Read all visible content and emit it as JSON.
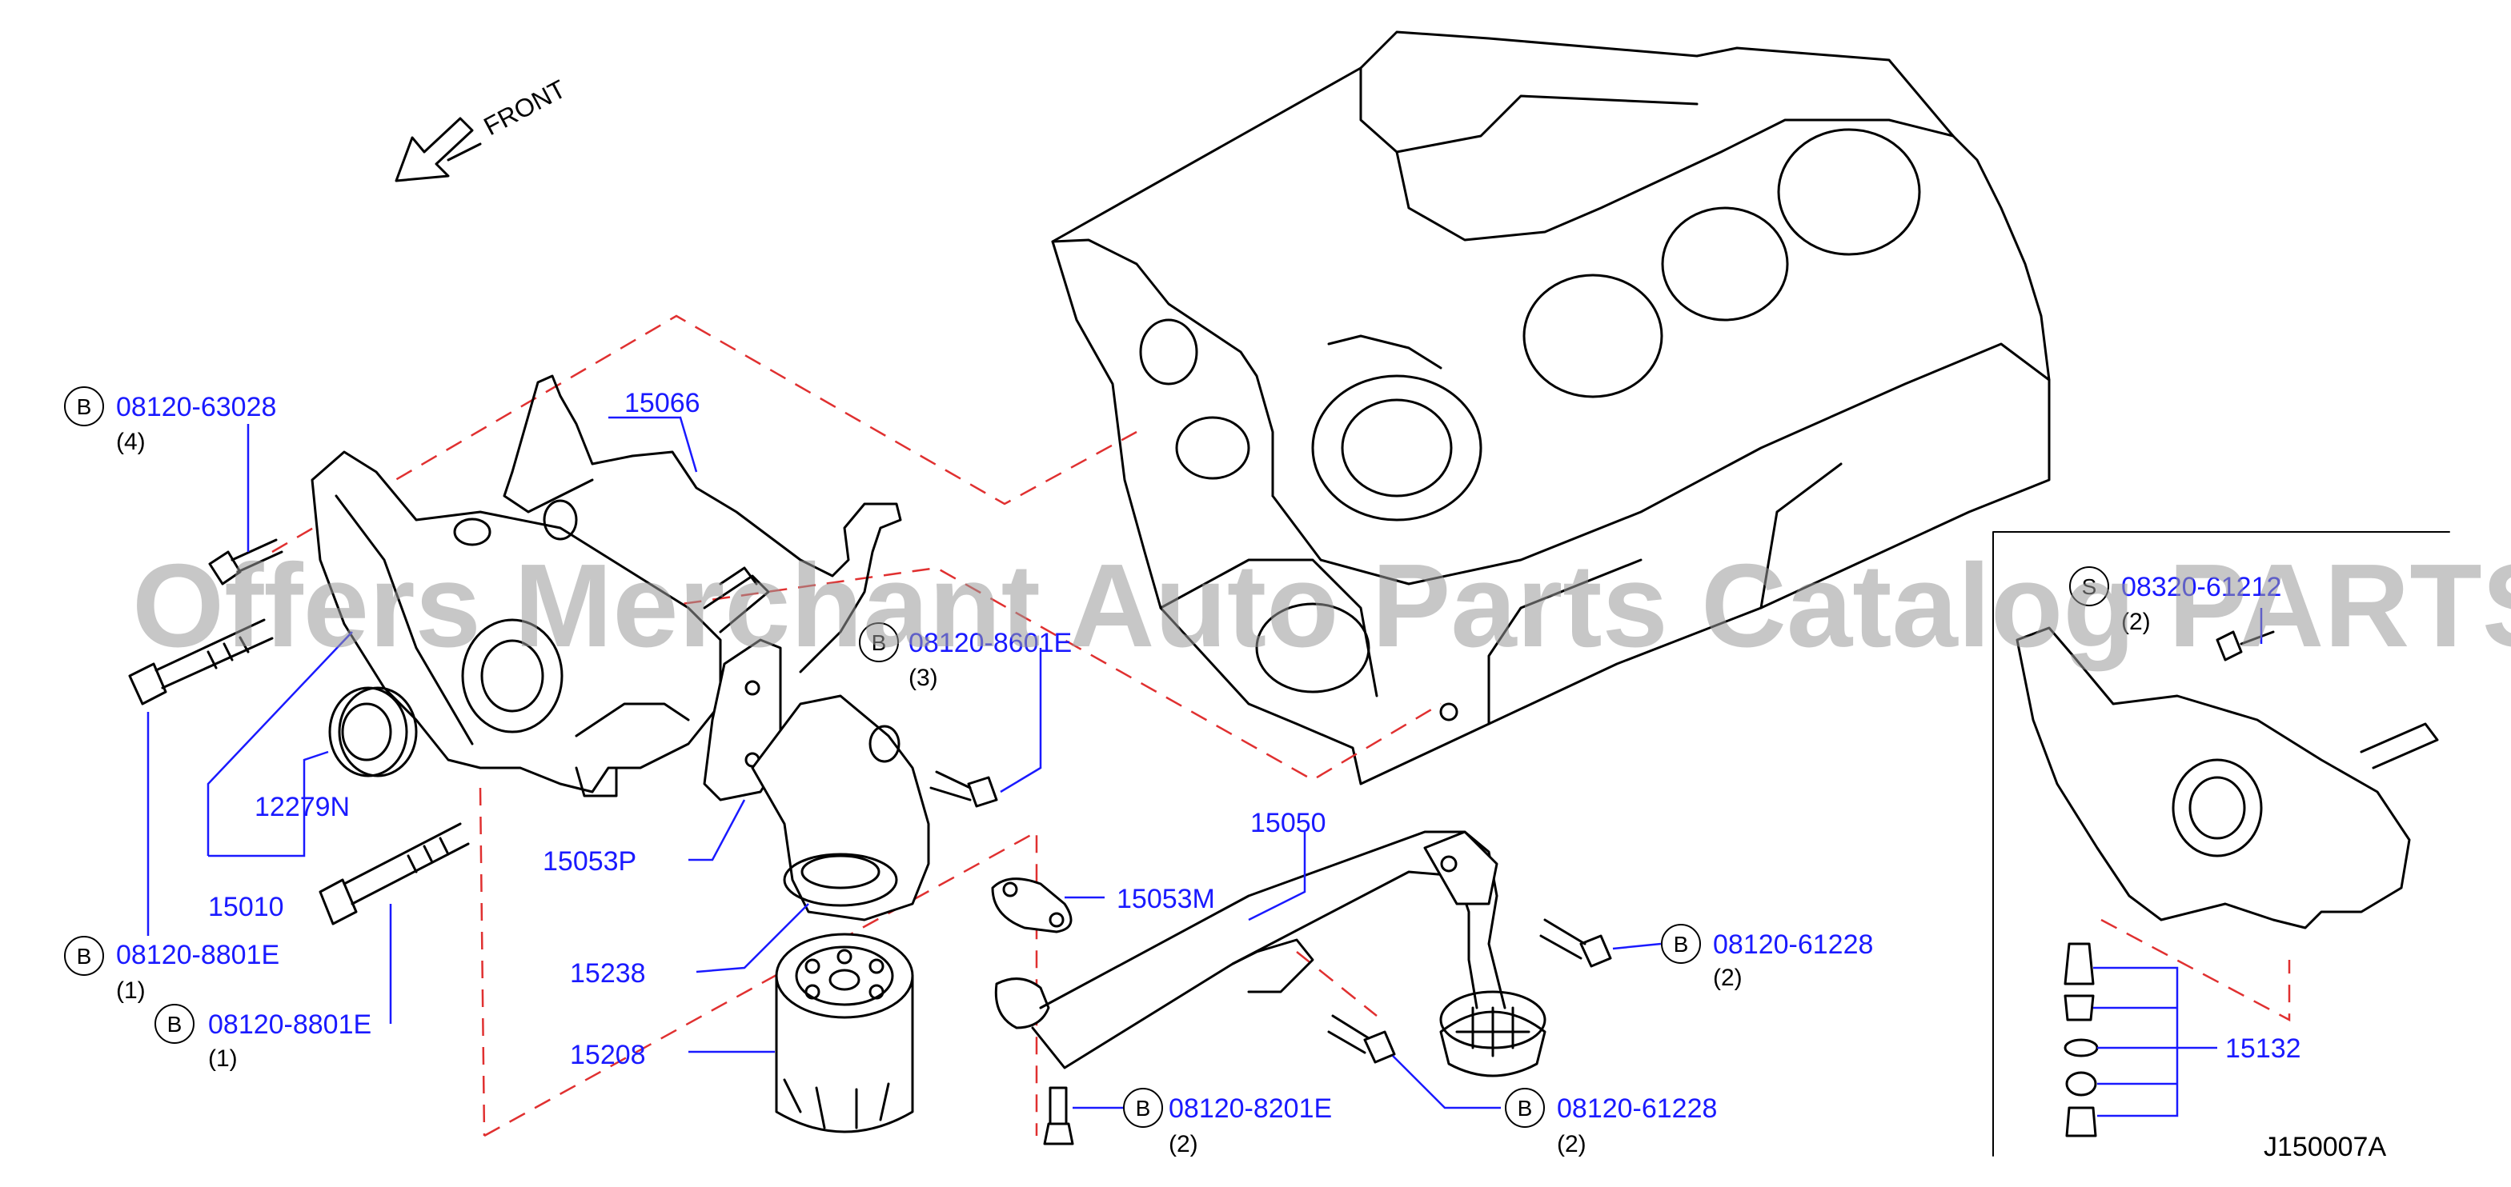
{
  "front_label": "FRONT",
  "watermark": "Offers Merchant Auto Parts Catalog PARTSTORE.SA",
  "diagram_code": "J150007A",
  "badge_letters": {
    "b": "B",
    "s": "S"
  },
  "callouts": {
    "b_08120_63028": {
      "part": "08120-63028",
      "qty": "(4)"
    },
    "p_15066": {
      "part": "15066"
    },
    "b_08120_8601e": {
      "part": "08120-8601E",
      "qty": "(3)"
    },
    "p_12279n": {
      "part": "12279N"
    },
    "p_15010": {
      "part": "15010"
    },
    "p_15053p": {
      "part": "15053P"
    },
    "b_08120_8801e_a": {
      "part": "08120-8801E",
      "qty": "(1)"
    },
    "b_08120_8801e_b": {
      "part": "08120-8801E",
      "qty": "(1)"
    },
    "p_15238": {
      "part": "15238"
    },
    "p_15208": {
      "part": "15208"
    },
    "p_15053m": {
      "part": "15053M"
    },
    "p_15050": {
      "part": "15050"
    },
    "b_08120_61228_a": {
      "part": "08120-61228",
      "qty": "(2)"
    },
    "b_08120_61228_b": {
      "part": "08120-61228",
      "qty": "(2)"
    },
    "b_08120_8201e": {
      "part": "08120-8201E",
      "qty": "(2)"
    },
    "s_08320_61212": {
      "part": "08320-61212",
      "qty": "(2)"
    },
    "p_15132": {
      "part": "15132"
    }
  },
  "colors": {
    "callout_text": "#1a1aff",
    "assembly_lines": "#e03030",
    "outline": "#000000",
    "watermark": "#9a9a9a"
  }
}
